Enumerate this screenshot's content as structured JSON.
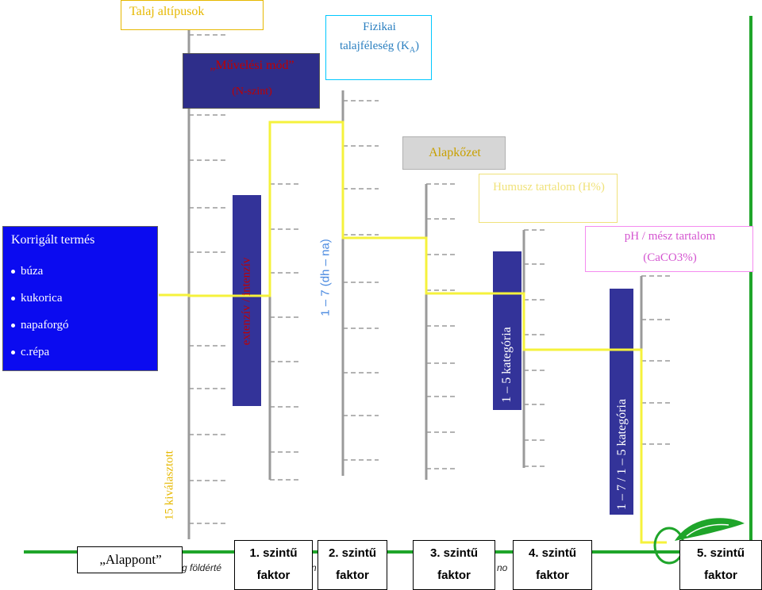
{
  "title_box": {
    "label": "Talaj altípusok"
  },
  "cultivation_box": {
    "line1": "„Művelési mód”",
    "line2": "(N-szint)"
  },
  "physical_box": {
    "line1": "Fizikai",
    "line2": "talajféleség (K",
    "sub": "A",
    "line2_end": ")"
  },
  "bedrock_box": {
    "label": "Alapkőzet"
  },
  "humus_box": {
    "label": "Humusz tartalom (H%)"
  },
  "ph_box": {
    "line1": "pH / mész tartalom",
    "line2": "(CaCO3%)"
  },
  "corrected_yield": {
    "title": "Korrigált termés",
    "crops": [
      "búza",
      "kukorica",
      "napaforgó",
      "c.répa"
    ]
  },
  "vertical_labels": {
    "subtypes_count": "15 kiválasztott",
    "cultivation_range": "extenzív / intenzív",
    "physical_range": "1 – 7 (dh – na)",
    "humus_range": "1 – 5 kategória",
    "ph_range": "1 – 7 / 1 – 5 kategória"
  },
  "bottom": {
    "base_point": "„Alappont”",
    "partial_text_left": "g  földérté",
    "partial_text_mid": "n",
    "partial_text_right": "no",
    "levels": [
      {
        "line1": "1. szintű",
        "line2": "faktor"
      },
      {
        "line1": "2. szintű",
        "line2": "faktor"
      },
      {
        "line1": "3. szintű",
        "line2": "faktor"
      },
      {
        "line1": "4. szintű",
        "line2": "faktor"
      },
      {
        "line1": "5. szintű",
        "line2": "faktor"
      }
    ]
  },
  "colors": {
    "gold": "#E6B800",
    "cultivation_fill": "#2E2E8A",
    "cultivation_text": "#C00000",
    "physical_border": "#00C8FF",
    "physical_text": "#2A7FC0",
    "bedrock_text": "#C8A000",
    "humus_text": "#F0E27A",
    "ph_border": "#F58BF0",
    "ph_text": "#D455D0",
    "yield_fill": "#0B0BF0",
    "dark_bar": "#333399",
    "yellow_line": "#F5F23C",
    "green_line": "#1FA52A",
    "grey": "#9A9A9A",
    "blue_label": "#4A8AE0"
  }
}
